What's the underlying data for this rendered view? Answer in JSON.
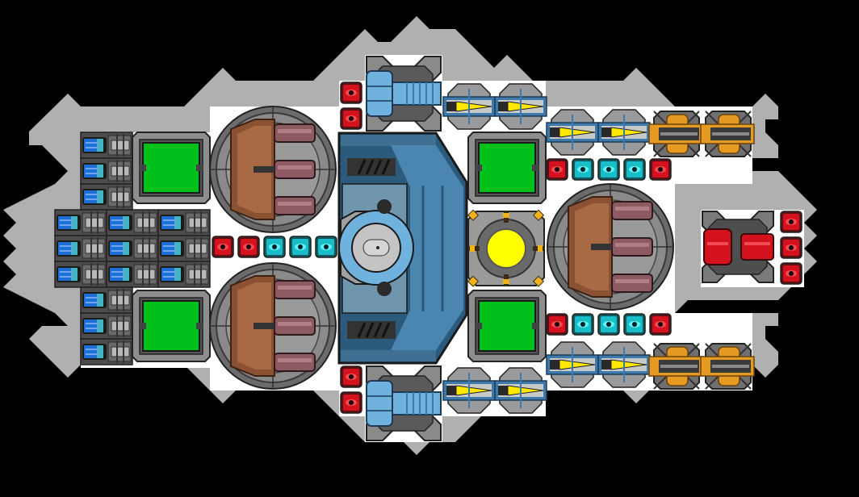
{
  "scene": {
    "title": "Ship layout",
    "colors": {
      "space": "#000000",
      "hull": "#b0b0b0",
      "deck": "#ffffff",
      "outline": "#1e1e1e",
      "metal_dark": "#4a4a4a",
      "metal_mid": "#7c7c7c",
      "metal_light": "#a9a9a9",
      "blue_dark": "#2b5a7c",
      "blue_mid": "#4a86b0",
      "blue_light": "#6fb2de",
      "battery_blue": "#1e6fd6",
      "battery_teal": "#45b5c4",
      "green": "#00c01c",
      "copper": "#8a5233",
      "barrel": "#8e5a62",
      "yellow": "#ffff00",
      "amber": "#f2b21c",
      "orange": "#e59a23",
      "red": "#d3121d",
      "cyan": "#19d8e0"
    }
  },
  "modules": {
    "batteries_left_top": {
      "kind": "battery",
      "count": 3
    },
    "batteries_left_mid": {
      "kind": "battery",
      "count": 9
    },
    "batteries_left_bottom": {
      "kind": "battery",
      "count": 3
    },
    "shield_rooms": {
      "kind": "shield-generator",
      "count": 4
    },
    "turrets_large": {
      "kind": "triple-cannon-turret",
      "count": 3
    },
    "core": {
      "kind": "reactor-core",
      "count": 1
    },
    "light_core": {
      "kind": "light-core",
      "count": 1
    },
    "ion_cannons": {
      "kind": "ion-cannon",
      "count": 2
    },
    "missile_launchers": {
      "kind": "yellow-missile",
      "count": 8
    },
    "railguns": {
      "kind": "orange-railgun",
      "count": 4
    },
    "heavy_laser": {
      "kind": "red-heavy-laser",
      "count": 1
    },
    "armor_red": {
      "kind": "armor-red",
      "count": 15
    },
    "armor_cyan": {
      "kind": "armor-cyan",
      "count": 9
    }
  }
}
